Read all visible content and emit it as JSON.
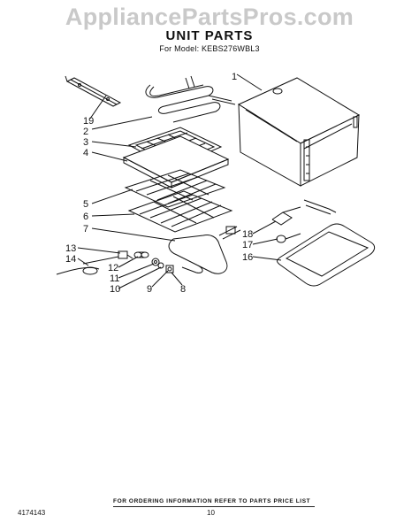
{
  "watermark": "AppliancePartsPros.com",
  "title": "UNIT PARTS",
  "subtitle": "For Model: KEBS276WBL3",
  "callouts": [
    "1",
    "19",
    "2",
    "3",
    "4",
    "5",
    "6",
    "7",
    "13",
    "14",
    "12",
    "11",
    "10",
    "9",
    "8",
    "18",
    "17",
    "16"
  ],
  "footer": {
    "note": "FOR ORDERING INFORMATION REFER TO PARTS PRICE LIST",
    "doc_number": "4174143",
    "page": "10"
  }
}
